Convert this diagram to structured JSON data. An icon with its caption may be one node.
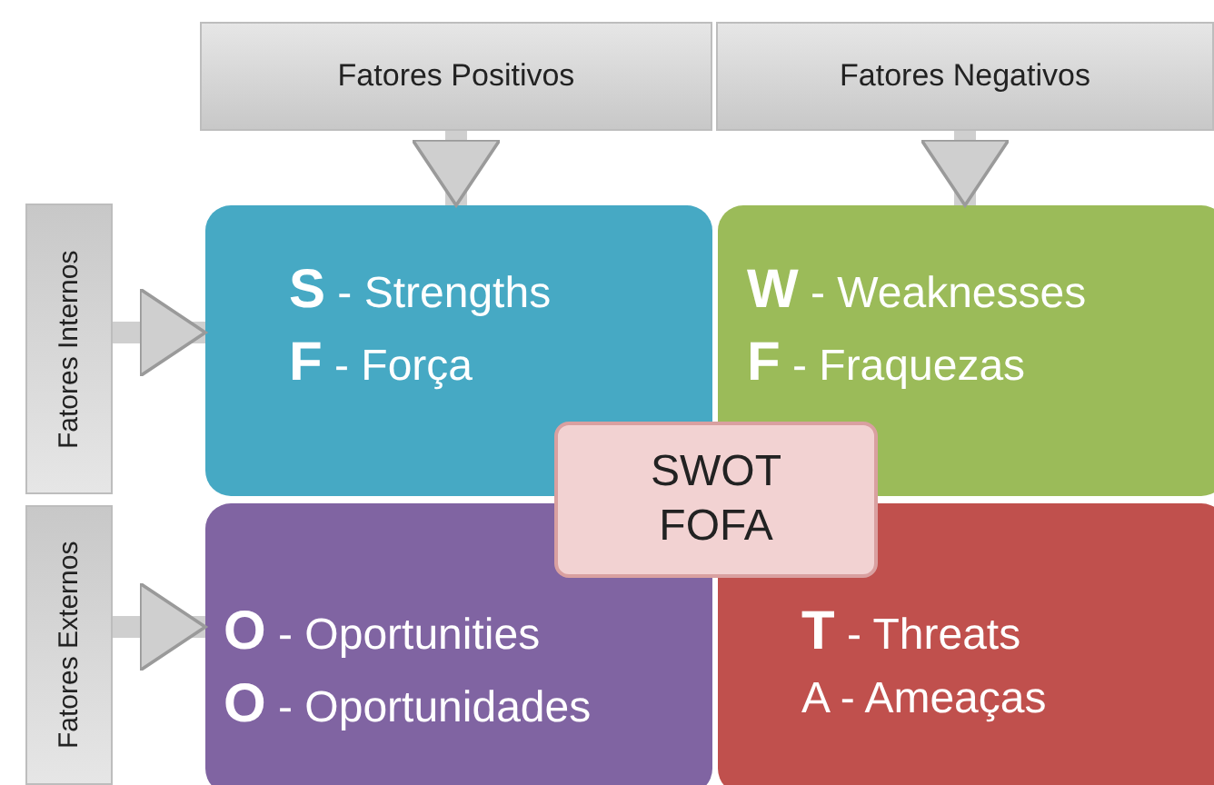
{
  "diagram": {
    "nodes": [
      {
        "text": [
          "Fatores Positivos"
        ]
      },
      {
        "text": [
          "Fatores Negativos"
        ]
      },
      {
        "text": [
          "Fatores Internos"
        ]
      },
      {
        "text": [
          "Fatores Externos"
        ]
      },
      {
        "text": [
          "**S** - Strengths",
          "**F** - Força"
        ]
      },
      {
        "text": [
          "**W** - Weaknesses",
          "**F** - Fraquezas"
        ]
      },
      {
        "text": [
          "SWOT",
          "FOFA"
        ]
      },
      {
        "text": [
          "**O** - Oportunities",
          "**O** - Oportunidades"
        ]
      },
      {
        "text": [
          "**T** - Threats",
          "A - Ameaças"
        ]
      }
    ],
    "edges": [
      {
        "from": 0,
        "to": 4,
        "arrow": "to"
      },
      {
        "from": 1,
        "to": 5,
        "arrow": "to"
      },
      {
        "from": 2,
        "to": 4,
        "arrow": "to"
      },
      {
        "from": 3,
        "to": 7,
        "arrow": "to"
      }
    ]
  }
}
